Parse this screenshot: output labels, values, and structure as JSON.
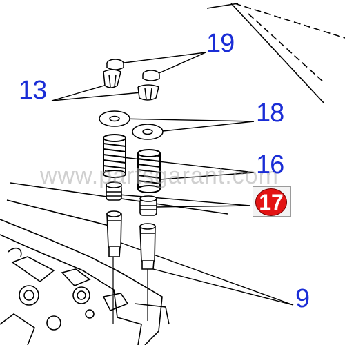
{
  "diagram": {
    "callouts": {
      "c19": "19",
      "c13": "13",
      "c18": "18",
      "c16": "16",
      "c17": "17",
      "c9": "9"
    },
    "watermark": "www.partsgarant.com",
    "colors": {
      "callout_text": "#1a2dd6",
      "highlight_badge": "#e31414",
      "line_art": "#000000"
    }
  }
}
